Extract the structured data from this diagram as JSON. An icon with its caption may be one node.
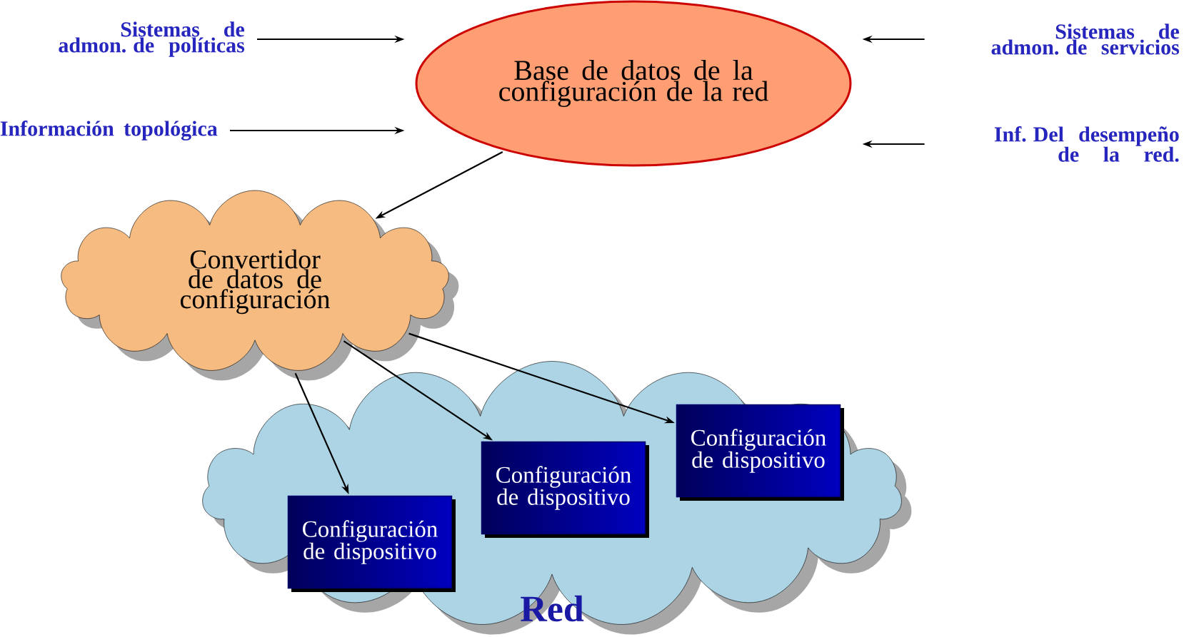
{
  "diagram": {
    "nodes": [
      {
        "text": [
          "Sistemas de admon. de políticas"
        ]
      },
      {
        "text": [
          "Información topológica"
        ]
      },
      {
        "text": [
          "Base de datos de la configuración de la red"
        ]
      },
      {
        "text": [
          "Sistemas de admon. de servicios"
        ]
      },
      {
        "text": [
          "Inf. Del desempeño de la red."
        ]
      },
      {
        "text": [
          "Convertidor de datos de configuración"
        ]
      },
      {
        "text": [
          "Red"
        ]
      },
      {
        "text": [
          "Configuración de dispositivo"
        ],
        "in": 6
      },
      {
        "text": [
          "Configuración de dispositivo"
        ],
        "in": 6
      },
      {
        "text": [
          "Configuración de dispositivo"
        ],
        "in": 6
      }
    ],
    "edges": [
      {
        "from": 0,
        "to": 2,
        "arrow": "to"
      },
      {
        "from": 1,
        "to": 2,
        "arrow": "to"
      },
      {
        "from": 3,
        "to": 2,
        "arrow": "to"
      },
      {
        "from": 4,
        "to": 2,
        "arrow": "to"
      },
      {
        "from": 2,
        "to": 5,
        "arrow": "to"
      },
      {
        "from": 5,
        "to": 7,
        "arrow": "to"
      },
      {
        "from": 5,
        "to": 8,
        "arrow": "to"
      },
      {
        "from": 5,
        "to": 9,
        "arrow": "to"
      }
    ]
  }
}
